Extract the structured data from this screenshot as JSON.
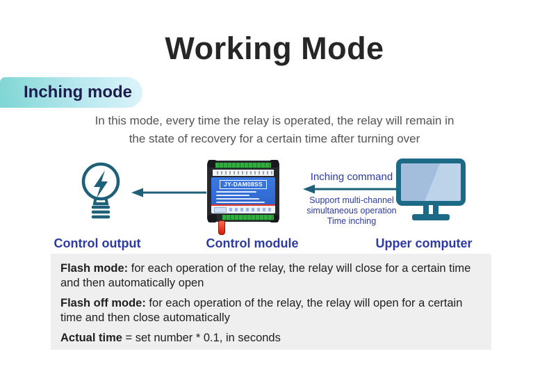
{
  "title": "Working Mode",
  "badge": {
    "label": "Inching mode"
  },
  "description": {
    "line1": "In this mode, every time the relay is operated, the relay will remain in",
    "line2": "the state of recovery for a certain time after turning over"
  },
  "diagram": {
    "command_label": "Inching command",
    "command_note_lines": [
      "Support multi-channel",
      "simultaneous operation",
      "Time inching"
    ],
    "module_model": "JY-DAM08SS",
    "labels": {
      "output": "Control output",
      "module": "Control module",
      "computer": "Upper computer"
    },
    "icons": {
      "bulb": "lightbulb-bolt-icon",
      "monitor": "computer-monitor-icon",
      "arrows": "left-arrow-icon"
    }
  },
  "notes": [
    {
      "term": "Flash mode:",
      "text": " for each operation of the relay, the relay will close for a certain time and then automatically open"
    },
    {
      "term": "Flash off mode:",
      "text": " for each operation of the relay, the relay will open for a certain time and then close automatically"
    },
    {
      "term": "Actual time",
      "text": " = set number * 0.1, in seconds"
    }
  ],
  "colors": {
    "teal_icon": "#1d6078",
    "blue_label": "#2c3aa2",
    "badge_text": "#1c1c4e",
    "badge_gradient_start": "#7ed5d3",
    "badge_gradient_end": "#ddf4fb",
    "description_text": "#515356",
    "notes_bg": "#efefef",
    "module_blue": "#2f6bd3",
    "module_green": "#35aa42",
    "module_red": "#e03322",
    "title_text": "#262626"
  }
}
